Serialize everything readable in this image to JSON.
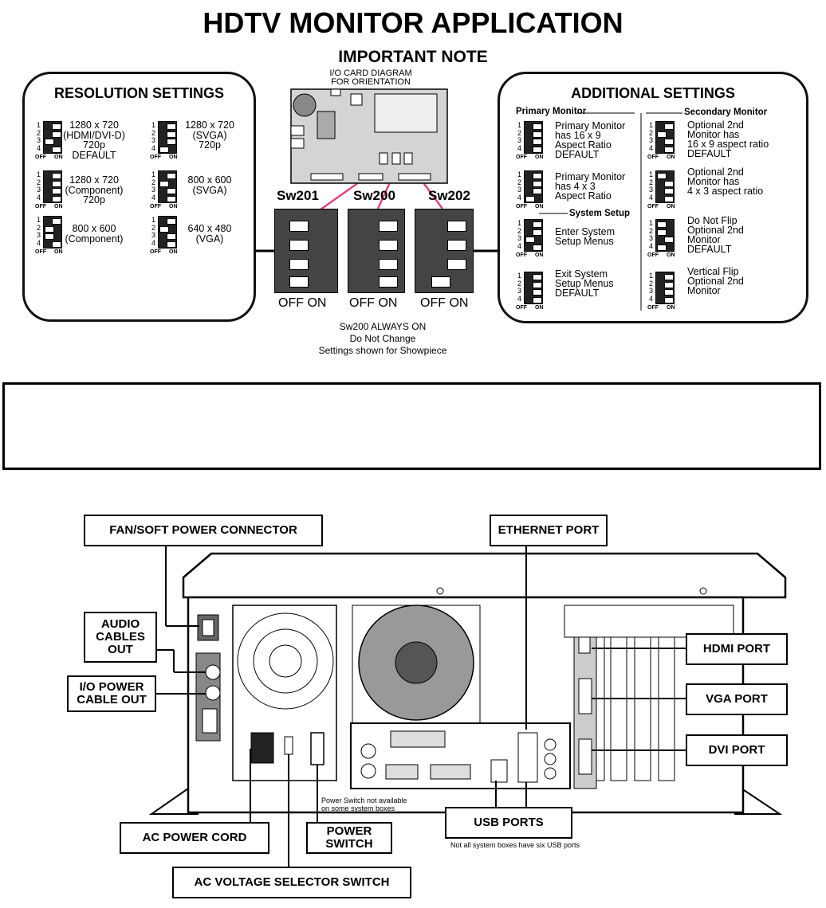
{
  "title": "HDTV MONITOR APPLICATION",
  "important_note": "IMPORTANT NOTE",
  "io_card": {
    "line1": "I/O CARD DIAGRAM",
    "line2": "FOR ORIENTATION"
  },
  "resolution": {
    "title": "RESOLUTION SETTINGS",
    "dip_numbers": [
      "1",
      "2",
      "3",
      "4"
    ],
    "off": "OFF",
    "on": "ON",
    "items": [
      {
        "lines": [
          "1280 x 720",
          "(HDMI/DVI-D)",
          "720p",
          "DEFAULT"
        ]
      },
      {
        "lines": [
          "1280 x 720",
          "(SVGA)",
          "720p"
        ]
      },
      {
        "lines": [
          "1280 x 720",
          "(Component)",
          "720p"
        ]
      },
      {
        "lines": [
          "800 x 600",
          "(SVGA)"
        ]
      },
      {
        "lines": [
          "800 x 600",
          "(Component)"
        ]
      },
      {
        "lines": [
          "640 x 480",
          "(VGA)"
        ]
      }
    ]
  },
  "switches": {
    "sw201": "Sw201",
    "sw200": "Sw200",
    "sw202": "Sw202",
    "off_on": "OFF ON",
    "caption": [
      "Sw200 ALWAYS ON",
      "Do Not Change",
      "Settings shown for Showpiece"
    ]
  },
  "additional": {
    "title": "ADDITIONAL SETTINGS",
    "primary_header": "Primary Monitor",
    "secondary_header": "Secondary Monitor",
    "system_header": "System Setup",
    "items": [
      {
        "lines": [
          "Primary Monitor",
          "has 16 x 9",
          "Aspect Ratio",
          "DEFAULT"
        ]
      },
      {
        "lines": [
          "Optional 2nd",
          "Monitor has",
          "16 x 9 aspect ratio",
          "DEFAULT"
        ]
      },
      {
        "lines": [
          "Primary Monitor",
          "has 4 x 3",
          "Aspect Ratio"
        ]
      },
      {
        "lines": [
          "Optional 2nd",
          "Monitor has",
          "4 x 3 aspect ratio"
        ]
      },
      {
        "lines": [
          "Enter System",
          "Setup Menus"
        ]
      },
      {
        "lines": [
          "Do Not Flip",
          "Optional 2nd",
          "Monitor",
          "DEFAULT"
        ]
      },
      {
        "lines": [
          "Exit System",
          "Setup Menus",
          "DEFAULT"
        ]
      },
      {
        "lines": [
          "Vertical Flip",
          "Optional 2nd",
          "Monitor"
        ]
      }
    ]
  },
  "callouts": {
    "fan": "FAN/SOFT POWER CONNECTOR",
    "ethernet": "ETHERNET PORT",
    "audio": [
      "AUDIO",
      "CABLES",
      "OUT"
    ],
    "io_power": [
      "I/O POWER",
      "CABLE OUT"
    ],
    "hdmi": "HDMI PORT",
    "vga": "VGA PORT",
    "dvi": "DVI PORT",
    "ac_cord": "AC POWER CORD",
    "power_switch": [
      "POWER",
      "SWITCH"
    ],
    "usb": "USB PORTS",
    "ac_voltage": "AC VOLTAGE SELECTOR SWITCH",
    "power_note": [
      "Power Switch not available",
      "on some system boxes"
    ],
    "usb_note": "Not all system boxes have six USB ports"
  }
}
